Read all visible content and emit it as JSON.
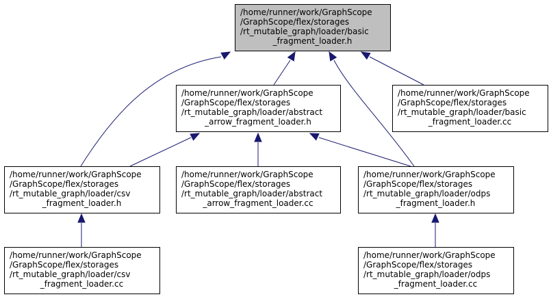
{
  "colors": {
    "edge": "#191970",
    "highlight_fill": "#bfbfbf",
    "node_fill": "#ffffff",
    "border": "#000000"
  },
  "nodes": [
    {
      "id": "basic_h",
      "highlighted": true,
      "lines": [
        "/home/runner/work/GraphScope",
        "/GraphScope/flex/storages",
        "/rt_mutable_graph/loader/basic",
        "_fragment_loader.h"
      ]
    },
    {
      "id": "abstract_h",
      "highlighted": false,
      "lines": [
        "/home/runner/work/GraphScope",
        "/GraphScope/flex/storages",
        "/rt_mutable_graph/loader/abstract",
        "_arrow_fragment_loader.h"
      ]
    },
    {
      "id": "basic_cc",
      "highlighted": false,
      "lines": [
        "/home/runner/work/GraphScope",
        "/GraphScope/flex/storages",
        "/rt_mutable_graph/loader/basic",
        "_fragment_loader.cc"
      ]
    },
    {
      "id": "csv_h",
      "highlighted": false,
      "lines": [
        "/home/runner/work/GraphScope",
        "/GraphScope/flex/storages",
        "/rt_mutable_graph/loader/csv",
        "_fragment_loader.h"
      ]
    },
    {
      "id": "abstract_cc",
      "highlighted": false,
      "lines": [
        "/home/runner/work/GraphScope",
        "/GraphScope/flex/storages",
        "/rt_mutable_graph/loader/abstract",
        "_arrow_fragment_loader.cc"
      ]
    },
    {
      "id": "odps_h",
      "highlighted": false,
      "lines": [
        "/home/runner/work/GraphScope",
        "/GraphScope/flex/storages",
        "/rt_mutable_graph/loader/odps",
        "_fragment_loader.h"
      ]
    },
    {
      "id": "csv_cc",
      "highlighted": false,
      "lines": [
        "/home/runner/work/GraphScope",
        "/GraphScope/flex/storages",
        "/rt_mutable_graph/loader/csv",
        "_fragment_loader.cc"
      ]
    },
    {
      "id": "odps_cc",
      "highlighted": false,
      "lines": [
        "/home/runner/work/GraphScope",
        "/GraphScope/flex/storages",
        "/rt_mutable_graph/loader/odps",
        "_fragment_loader.cc"
      ]
    }
  ],
  "edges": [
    {
      "from": "abstract_h",
      "to": "basic_h"
    },
    {
      "from": "basic_cc",
      "to": "basic_h"
    },
    {
      "from": "csv_h",
      "to": "basic_h"
    },
    {
      "from": "odps_h",
      "to": "basic_h"
    },
    {
      "from": "csv_h",
      "to": "abstract_h"
    },
    {
      "from": "abstract_cc",
      "to": "abstract_h"
    },
    {
      "from": "odps_h",
      "to": "abstract_h"
    },
    {
      "from": "csv_cc",
      "to": "csv_h"
    },
    {
      "from": "odps_cc",
      "to": "odps_h"
    }
  ]
}
